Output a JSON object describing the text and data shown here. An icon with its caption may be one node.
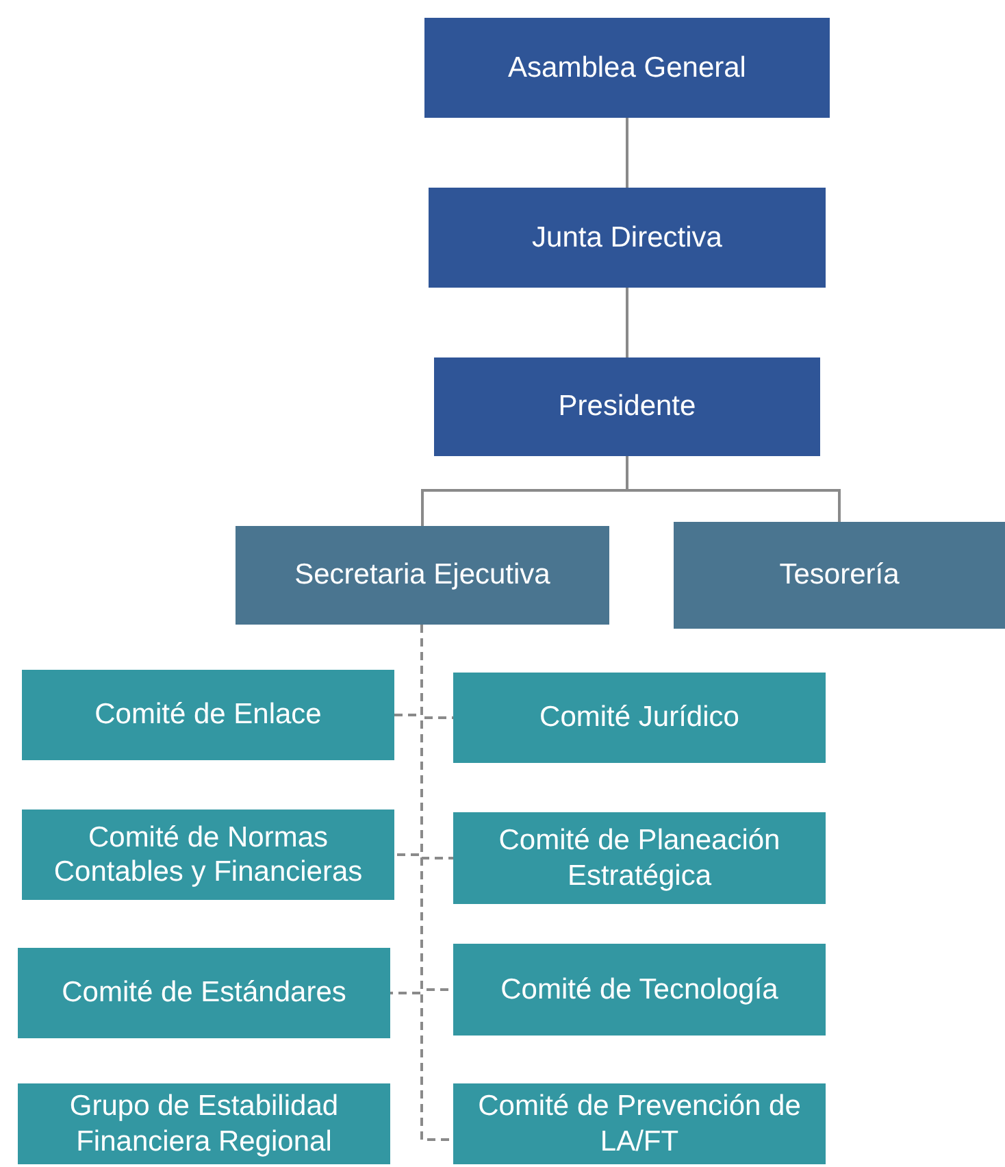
{
  "diagram": {
    "nodes": [
      {
        "text": [
          "Asamblea General"
        ]
      },
      {
        "text": [
          "Junta Directiva"
        ]
      },
      {
        "text": [
          "Presidente"
        ]
      },
      {
        "text": [
          "Secretaria Ejecutiva"
        ]
      },
      {
        "text": [
          "Tesorería"
        ]
      },
      {
        "text": [
          "Comité de Enlace"
        ]
      },
      {
        "text": [
          "Comité Jurídico"
        ]
      },
      {
        "text": [
          "Comité de Normas Contables y Financieras"
        ]
      },
      {
        "text": [
          "Comité de Planeación Estratégica"
        ]
      },
      {
        "text": [
          "Comité de Estándares"
        ]
      },
      {
        "text": [
          "Comité de Tecnología"
        ]
      },
      {
        "text": [
          "Grupo de Estabilidad Financiera Regional"
        ]
      },
      {
        "text": [
          "Comité de Prevención de LA/FT"
        ]
      }
    ],
    "edges": [
      {
        "from": 0,
        "to": 1,
        "arrow": "none"
      },
      {
        "from": 1,
        "to": 2,
        "arrow": "none"
      },
      {
        "from": 2,
        "to": 3,
        "arrow": "none"
      },
      {
        "from": 2,
        "to": 4,
        "arrow": "none"
      },
      {
        "from": 3,
        "to": 5,
        "arrow": "none",
        "style": "dashed"
      },
      {
        "from": 3,
        "to": 6,
        "arrow": "none",
        "style": "dashed"
      },
      {
        "from": 3,
        "to": 7,
        "arrow": "none",
        "style": "dashed"
      },
      {
        "from": 3,
        "to": 8,
        "arrow": "none",
        "style": "dashed"
      },
      {
        "from": 3,
        "to": 9,
        "arrow": "none",
        "style": "dashed"
      },
      {
        "from": 3,
        "to": 10,
        "arrow": "none",
        "style": "dashed"
      },
      {
        "from": 3,
        "to": 12,
        "arrow": "none",
        "style": "dashed"
      }
    ]
  }
}
